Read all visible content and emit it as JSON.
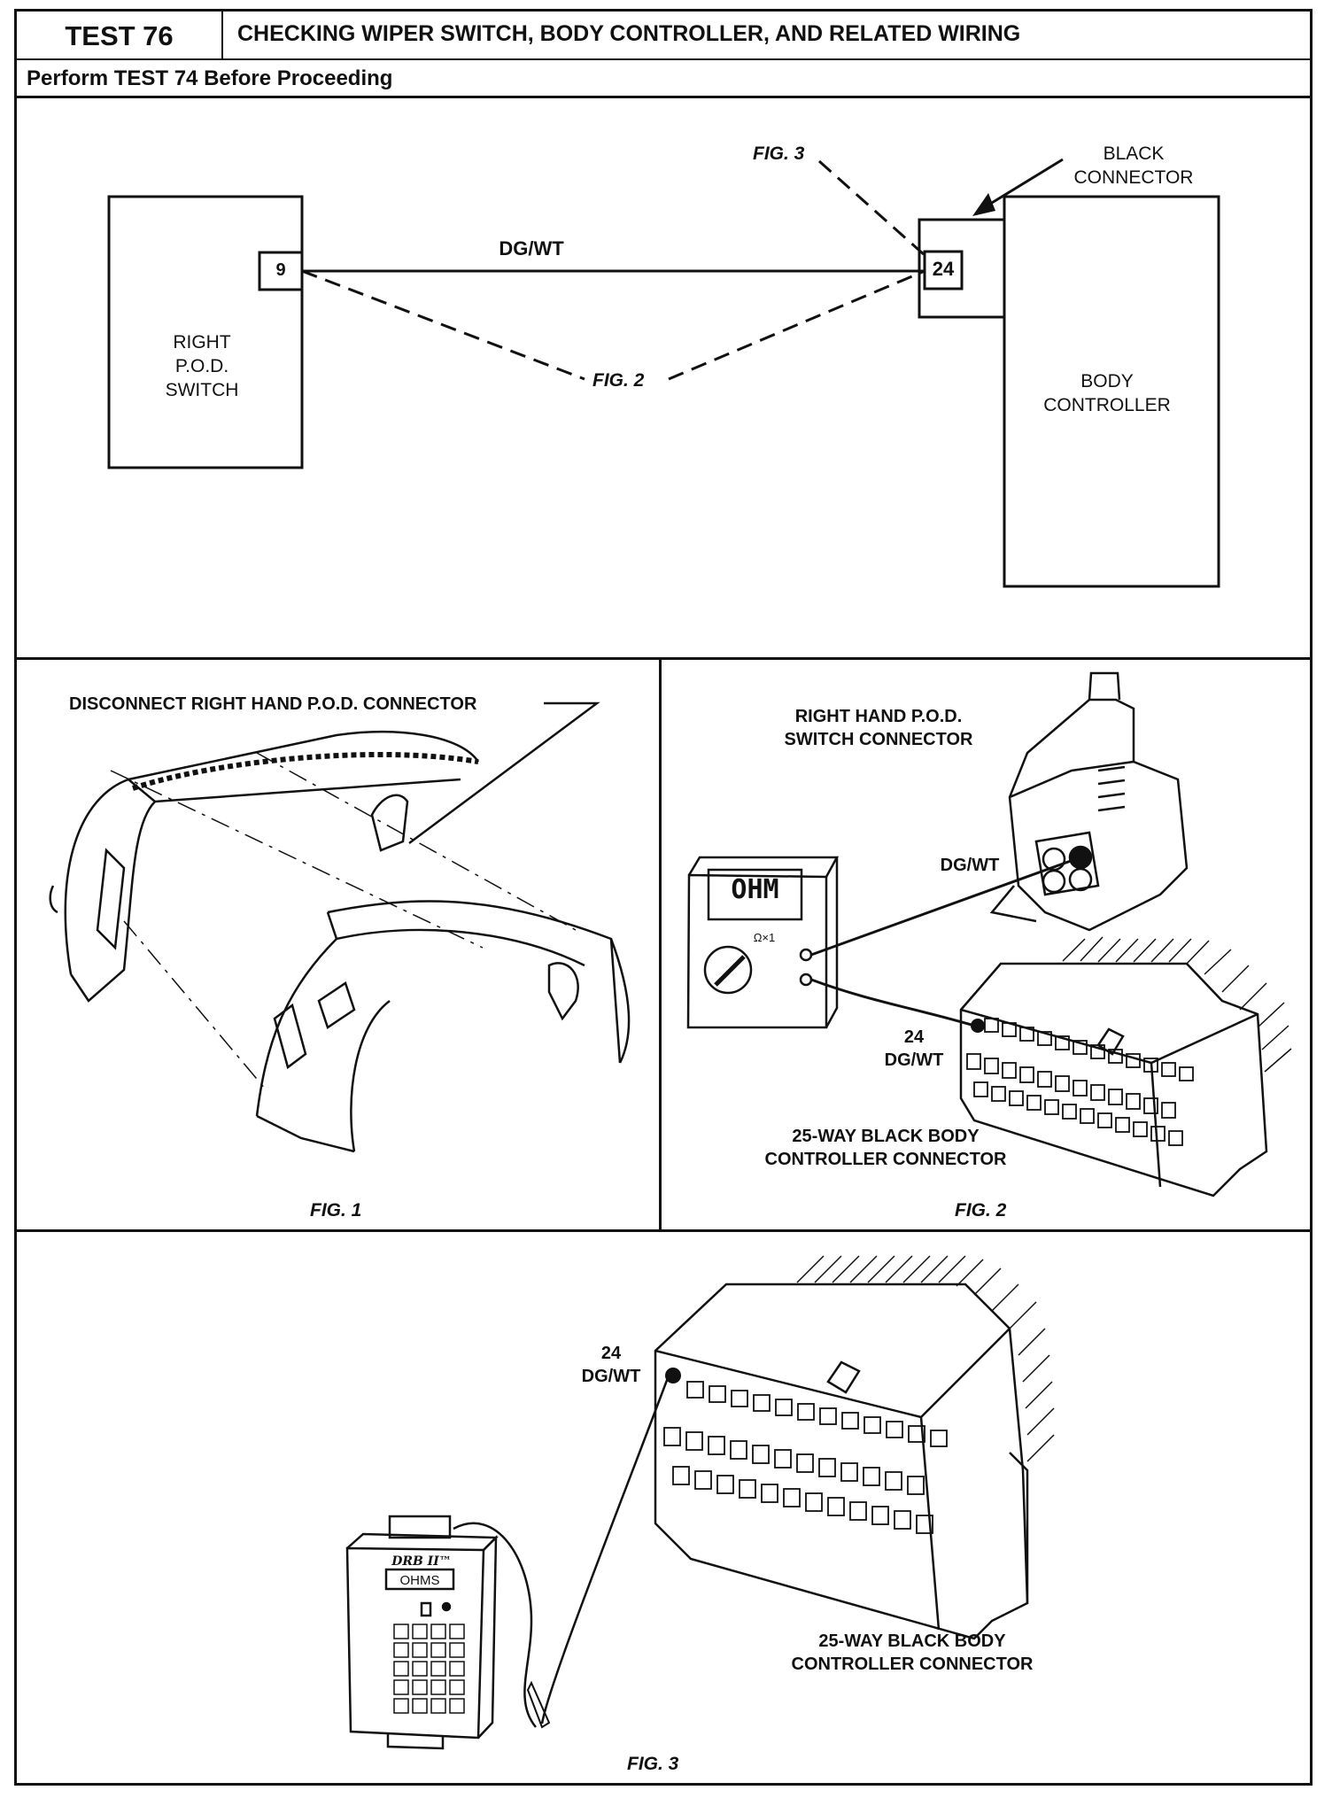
{
  "header": {
    "test_label": "TEST 76",
    "title": "CHECKING WIPER SWITCH, BODY CONTROLLER, AND RELATED WIRING",
    "prerequisite": "Perform TEST 74 Before Proceeding"
  },
  "schematic": {
    "left_box_label": "RIGHT\nP.O.D.\nSWITCH",
    "left_pin": "9",
    "wire_label": "DG/WT",
    "right_pin": "24",
    "connector_callout": "BLACK\nCONNECTOR",
    "right_box_label": "BODY\nCONTROLLER",
    "fig3_ref": "FIG. 3",
    "fig2_ref": "FIG. 2"
  },
  "fig1": {
    "callout": "DISCONNECT RIGHT HAND P.O.D. CONNECTOR",
    "caption": "FIG. 1"
  },
  "fig2": {
    "switch_connector_label": "RIGHT HAND P.O.D.\nSWITCH CONNECTOR",
    "wire_label": "DG/WT",
    "meter_display": "OHM",
    "meter_range": "Ω×1",
    "pin_label": "24\nDG/WT",
    "connector_label": "25-WAY BLACK BODY\nCONTROLLER CONNECTOR",
    "caption": "FIG. 2"
  },
  "fig3": {
    "pin_label": "24\nDG/WT",
    "tester_brand": "DRB II™",
    "tester_display": "OHMS",
    "connector_label": "25-WAY BLACK BODY\nCONTROLLER CONNECTOR",
    "caption": "FIG. 3"
  }
}
